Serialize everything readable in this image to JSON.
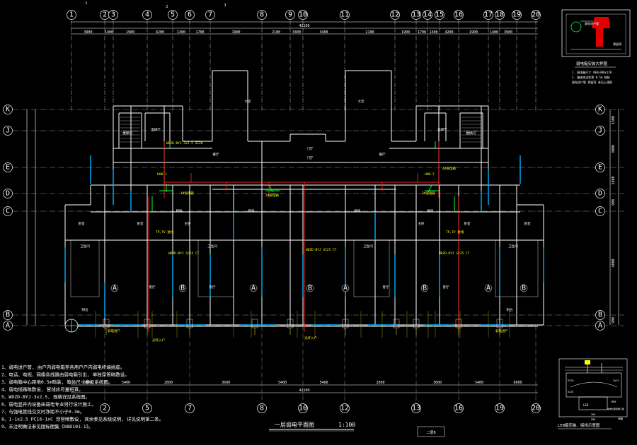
{
  "colors": {
    "background": "#000000",
    "wall": "#ffffff",
    "window": "#00b4ff",
    "cable_red": "#ff2020",
    "cable_green": "#00ff40",
    "label_yellow": "#ffff00",
    "door": "#ffffff"
  },
  "top_axes": [
    "1",
    "2",
    "3",
    "4",
    "5",
    "6",
    "7",
    "8",
    "9",
    "10",
    "11",
    "12",
    "13",
    "14",
    "15",
    "16",
    "17",
    "18",
    "19",
    "20"
  ],
  "bottom_axes": [
    "2",
    "5",
    "7",
    "8",
    "10",
    "12",
    "13",
    "16",
    "19",
    "20"
  ],
  "row_axes": [
    "K",
    "J",
    "E",
    "D",
    "C",
    "B",
    "A"
  ],
  "top_dims": [
    "3900",
    "1400",
    "1900",
    "4200",
    "1300",
    "1700",
    "1900",
    "2100",
    "3400",
    "3400",
    "2100",
    "1900",
    "1700",
    "1300",
    "4200",
    "1900",
    "1400",
    "3900"
  ],
  "bottom_dims": [
    "6000",
    "5400",
    "2600",
    "3600",
    "5400",
    "5400",
    "2600",
    "3600",
    "5400",
    "6000"
  ],
  "overall_dim": "42100",
  "right_dims": [
    "1500",
    "3000",
    "1800",
    "900",
    "4800",
    "900"
  ],
  "title": "一层弱电平面图",
  "scale": "1:100",
  "sheet_no": "二层B",
  "room_labels": [
    "卧室",
    "卧室",
    "卧室",
    "卧室",
    "主卧",
    "主卧",
    "客厅",
    "客厅",
    "客厅",
    "客厅",
    "厨房",
    "厨房",
    "厨房",
    "厨房",
    "餐厅",
    "餐厅",
    "大堂",
    "大堂",
    "门厅",
    "门厅",
    "卫生间",
    "卫生间",
    "卫生间",
    "卫生间",
    "阳台",
    "阳台",
    "楼梯间",
    "楼梯间",
    "电梯厅",
    "电梯厅"
  ],
  "grid_bubbles": [
    "A",
    "B",
    "A",
    "B",
    "A",
    "B",
    "A",
    "B"
  ],
  "yellow_labels": [
    "WDZD-BYJ-3x2.5 SC20",
    "1#弱电箱",
    "2#弱电箱",
    "3#弱电箱",
    "4#弱电箱",
    "HUB-1",
    "HUB-2",
    "TP,TV 进线",
    "TP,TV 进线",
    "WDZD-BYJ SC25 CT",
    "WDZD-BYJ SC25 CT",
    "WDZD-BYJ SC25 CT",
    "弱电进户",
    "弱电进户",
    "光纤入户",
    "光纤入户"
  ],
  "notes": [
    "1、弱电进户管, 由户内弱电箱至各用户户内弱电终端插座。",
    "2、电话、电视、网络各线路由弱电箱引出, 单独穿管暗敷设。",
    "3、弱电箱中心距地0.5m暗装, 箱体尺寸参见系统图。",
    "4、弱电线路暗敷设, 管线应尽量短直。",
    "5、WDZD-BYJ-3x2.5, 规格详见系统图。",
    "6、弱电竖井内设备由弱电专业另行设计施工。",
    "7、与强电管线交叉时净距不小于0.3m。",
    "8、1-1x2.5 PC16-1xC 穿管暗敷设, 其余参见系统说明, 详见说明第二条。",
    "9、未注明做法参见国标图集《08D101-1》。"
  ],
  "detail1": {
    "title": "弱电箱安装大样图",
    "lines": [
      "1. 弱电箱尺寸 400x300x120",
      "2. 箱体底边距地 0.5m 暗装",
      "弱电进户管 预留洞 参见土建图"
    ]
  },
  "detail2": {
    "title": "LEB箱安装、接线示意图",
    "labels": [
      "LEB",
      "地面",
      "PC20",
      "3x25",
      "160",
      "280",
      "MEB",
      "等电位联结端子板",
      "SC25"
    ]
  }
}
